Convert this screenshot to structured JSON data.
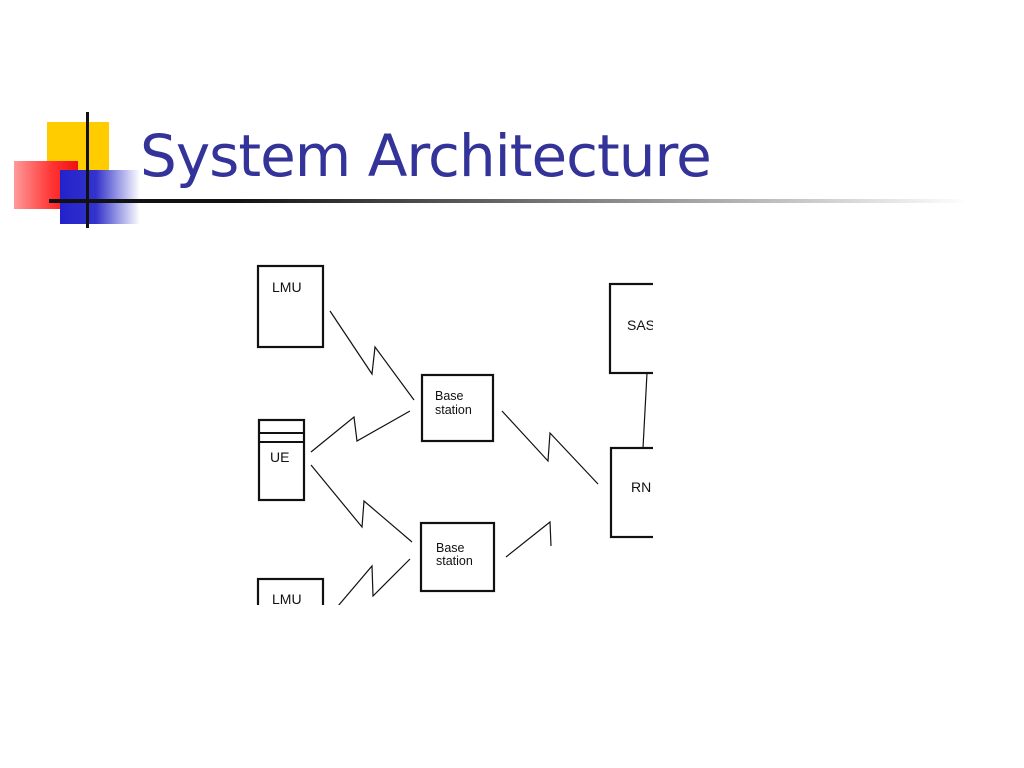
{
  "slide": {
    "title": "System Architecture"
  },
  "diagram": {
    "lmu_top": "LMU",
    "ue": "UE",
    "lmu_bottom": "LMU",
    "base_station_1": [
      "Base",
      "station"
    ],
    "base_station_2": [
      "Base",
      "station"
    ],
    "sas": "SAS",
    "rnc": "RN"
  }
}
